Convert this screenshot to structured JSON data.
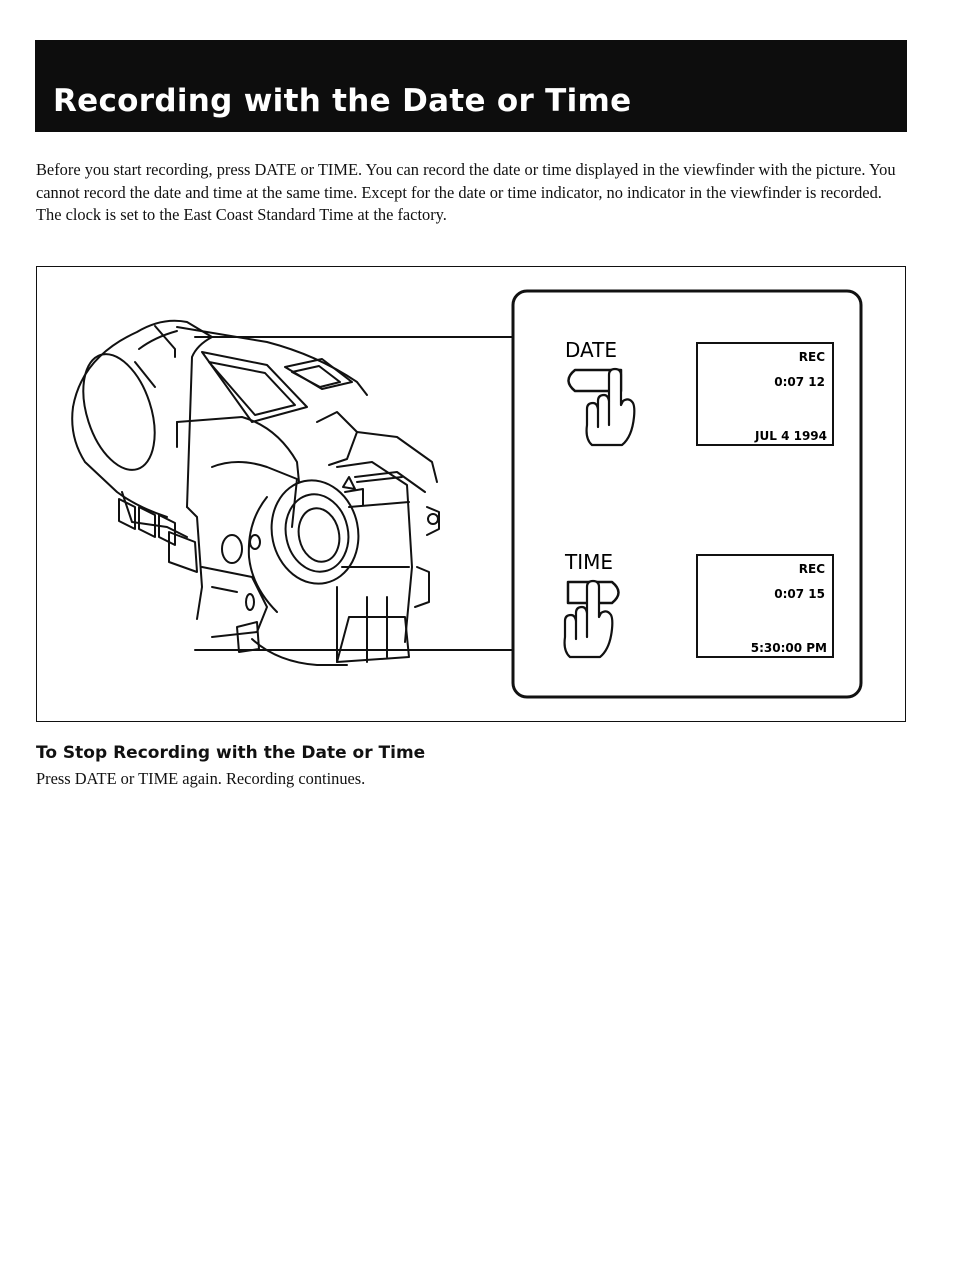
{
  "title": "Recording with the Date or Time",
  "intro": {
    "paragraph1": "Before you start recording, press DATE or TIME. You can record the date or time displayed in the viewfinder with the picture. You cannot record the date and time at the same time. Except for the date or time indicator, no indicator in the viewfinder is recorded.",
    "paragraph2": "The clock is set to the East Coast Standard Time at the factory."
  },
  "figure": {
    "date_button_label": "DATE",
    "time_button_label": "TIME",
    "date_display": {
      "status": "REC",
      "counter": "0:07 12",
      "readout": "JUL  4  1994"
    },
    "time_display": {
      "status": "REC",
      "counter": "0:07 15",
      "readout": "5:30:00 PM"
    }
  },
  "stop_section": {
    "heading": "To Stop Recording with the Date or Time",
    "body": "Press DATE or TIME again. Recording continues."
  }
}
